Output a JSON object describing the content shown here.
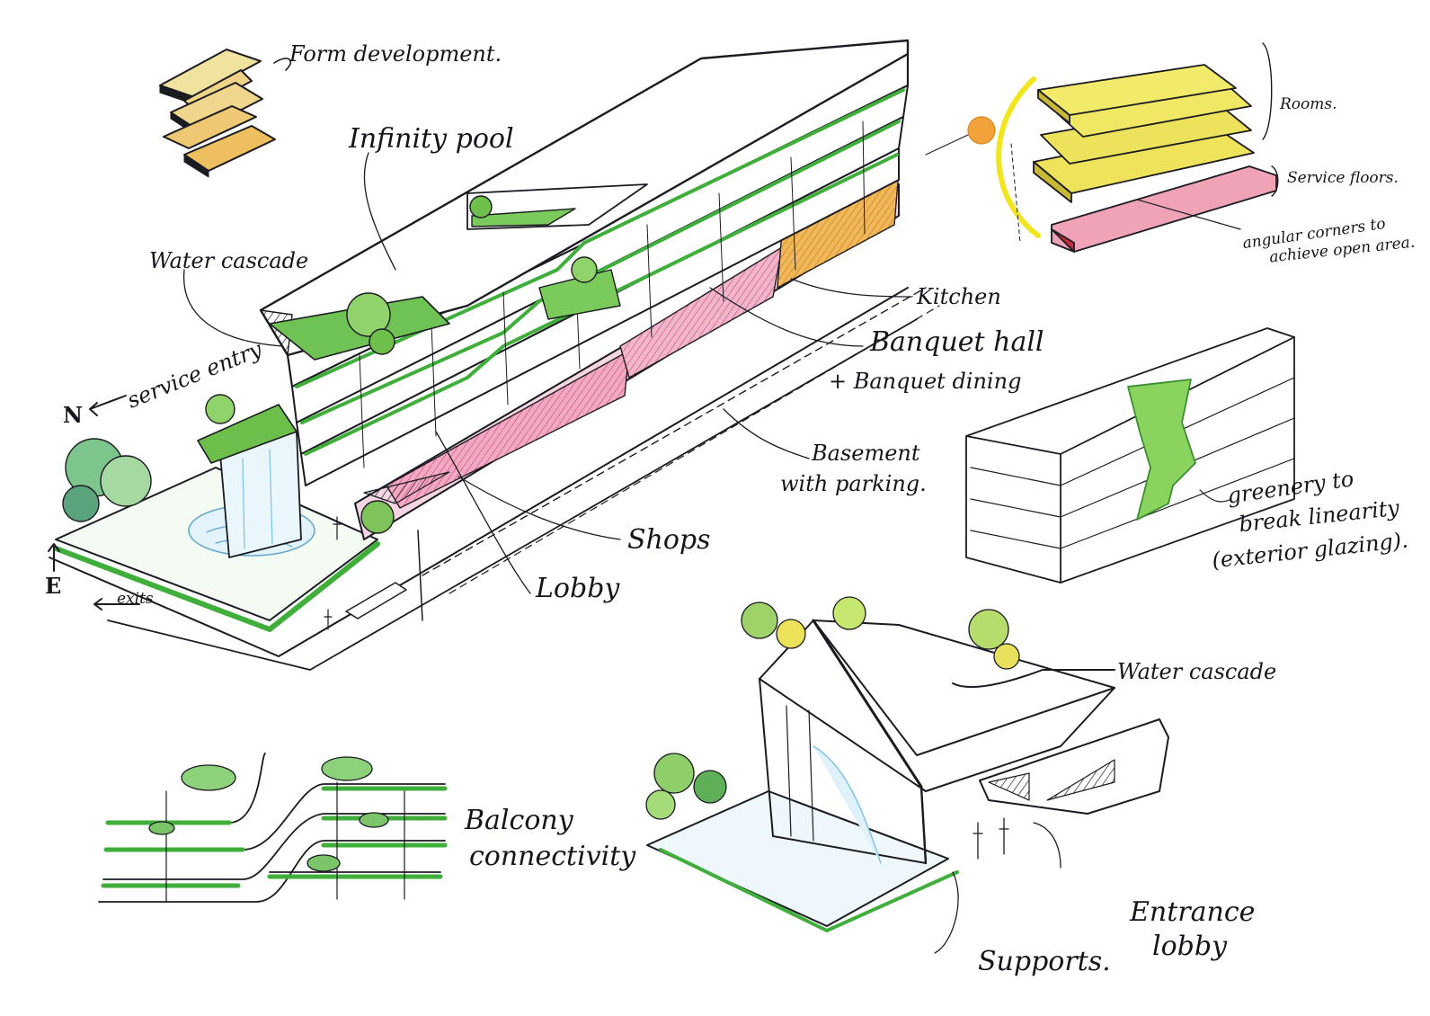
{
  "colors": {
    "ink": "#1b1b22",
    "green": "#3fae3a",
    "light_green": "#a8d977",
    "pink": "#f0a3bf",
    "yellow": "#ecea5a",
    "orange": "#eeb04a",
    "water_blue": "#9fd0ee",
    "sun": "#f2a23a"
  },
  "labels": {
    "form_development": "Form development.",
    "infinity_pool": "Infinity pool",
    "water_cascade_main": "Water cascade",
    "service_entry": "service entry",
    "north": "N",
    "east": "E",
    "exits": "exits",
    "kitchen": "Kitchen",
    "banquet_hall": "Banquet hall",
    "banquet_dining": "+ Banquet dining",
    "basement_line1": "Basement",
    "basement_line2": "with parking.",
    "shops": "Shops",
    "lobby": "Lobby",
    "rooms": "Rooms.",
    "service_floors": "Service floors.",
    "angular_line1": "angular corners to",
    "angular_line2": "achieve open area.",
    "greenery_line1": "greenery to",
    "greenery_line2": "break linearity",
    "greenery_line3": "(exterior glazing).",
    "balcony_line1": "Balcony",
    "balcony_line2": "connectivity",
    "water_cascade_detail": "Water cascade",
    "entrance_line1": "Entrance",
    "entrance_line2": "lobby",
    "supports": "Supports."
  },
  "icons": {
    "sun": "sun-icon",
    "trees": "tree-icon",
    "people": "person-icon",
    "car": "car-icon",
    "north_arrow": "north-arrow-icon"
  }
}
